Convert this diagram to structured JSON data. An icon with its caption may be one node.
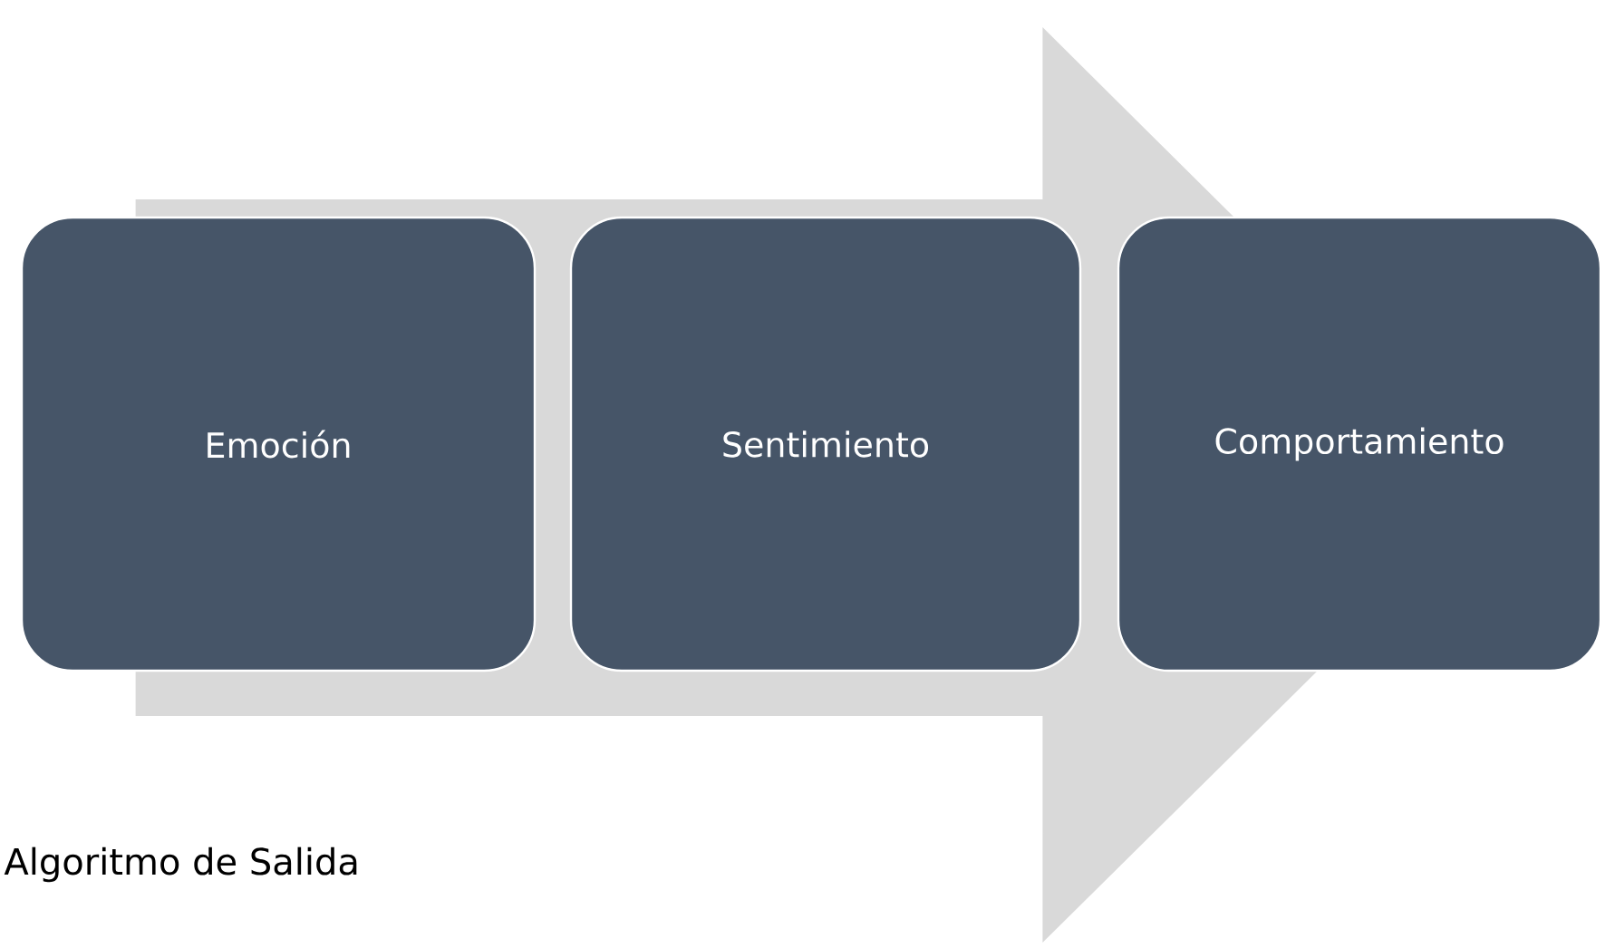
{
  "diagram": {
    "nodes": [
      {
        "text": [
          "Emoción"
        ]
      },
      {
        "text": [
          "Sentimiento"
        ]
      },
      {
        "text": [
          "Comportamiento"
        ]
      }
    ],
    "edges": [
      {
        "from": 0,
        "to": 2,
        "arrow": "to"
      }
    ],
    "labels": [
      "Algoritmo de Salida"
    ]
  }
}
